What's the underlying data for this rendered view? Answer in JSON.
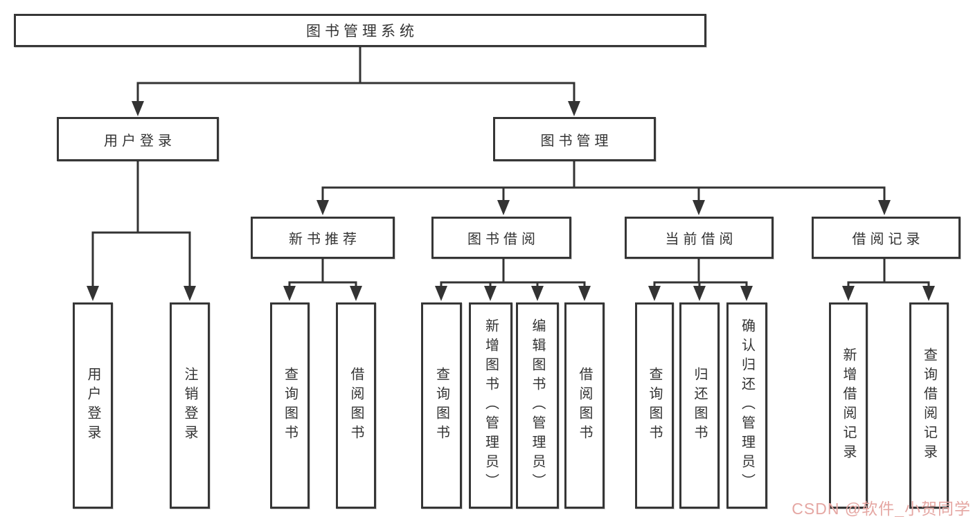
{
  "colors": {
    "line": "#333333",
    "box_border": "#363636",
    "text": "#333333",
    "background": "#ffffff",
    "watermark": "#e5a7a3"
  },
  "watermark": {
    "text": "CSDN @软件_小贺同学"
  },
  "tree": {
    "root": {
      "label": "图书管理系统",
      "children": [
        {
          "label": "用户登录",
          "children": [
            {
              "label": "用户登录"
            },
            {
              "label": "注销登录"
            }
          ]
        },
        {
          "label": "图书管理",
          "children": [
            {
              "label": "新书推荐",
              "children": [
                {
                  "label": "查询图书"
                },
                {
                  "label": "借阅图书"
                }
              ]
            },
            {
              "label": "图书借阅",
              "children": [
                {
                  "label": "查询图书"
                },
                {
                  "label": "新增图书（管理员）"
                },
                {
                  "label": "编辑图书（管理员）"
                },
                {
                  "label": "借阅图书"
                }
              ]
            },
            {
              "label": "当前借阅",
              "children": [
                {
                  "label": "查询图书"
                },
                {
                  "label": "归还图书"
                },
                {
                  "label": "确认归还（管理员）"
                }
              ]
            },
            {
              "label": "借阅记录",
              "children": [
                {
                  "label": "新增借阅记录"
                },
                {
                  "label": "查询借阅记录"
                }
              ]
            }
          ]
        }
      ]
    }
  }
}
